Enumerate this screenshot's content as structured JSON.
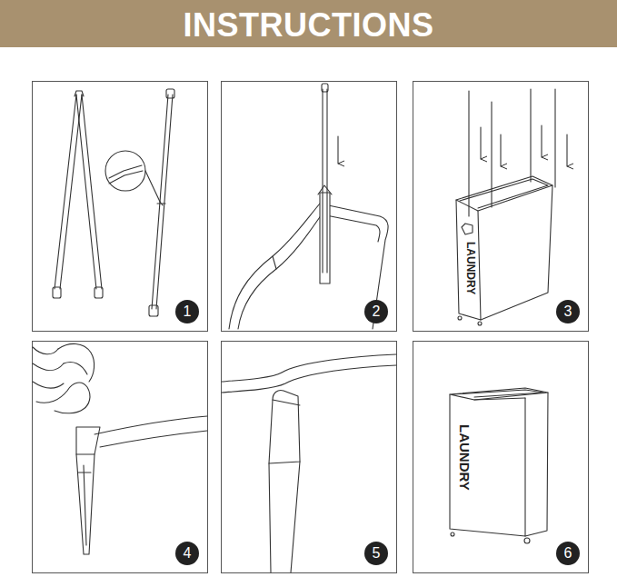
{
  "diagram": {
    "title": "INSTRUCTIONS",
    "nodes": [
      {
        "text": [
          "1"
        ]
      },
      {
        "text": [
          "2"
        ]
      },
      {
        "text": [
          "3"
        ]
      },
      {
        "text": [
          "4"
        ]
      },
      {
        "text": [
          "5"
        ]
      },
      {
        "text": [
          "6"
        ]
      }
    ],
    "labels": [
      "LAUNDRY",
      "LAUNDRY"
    ]
  }
}
